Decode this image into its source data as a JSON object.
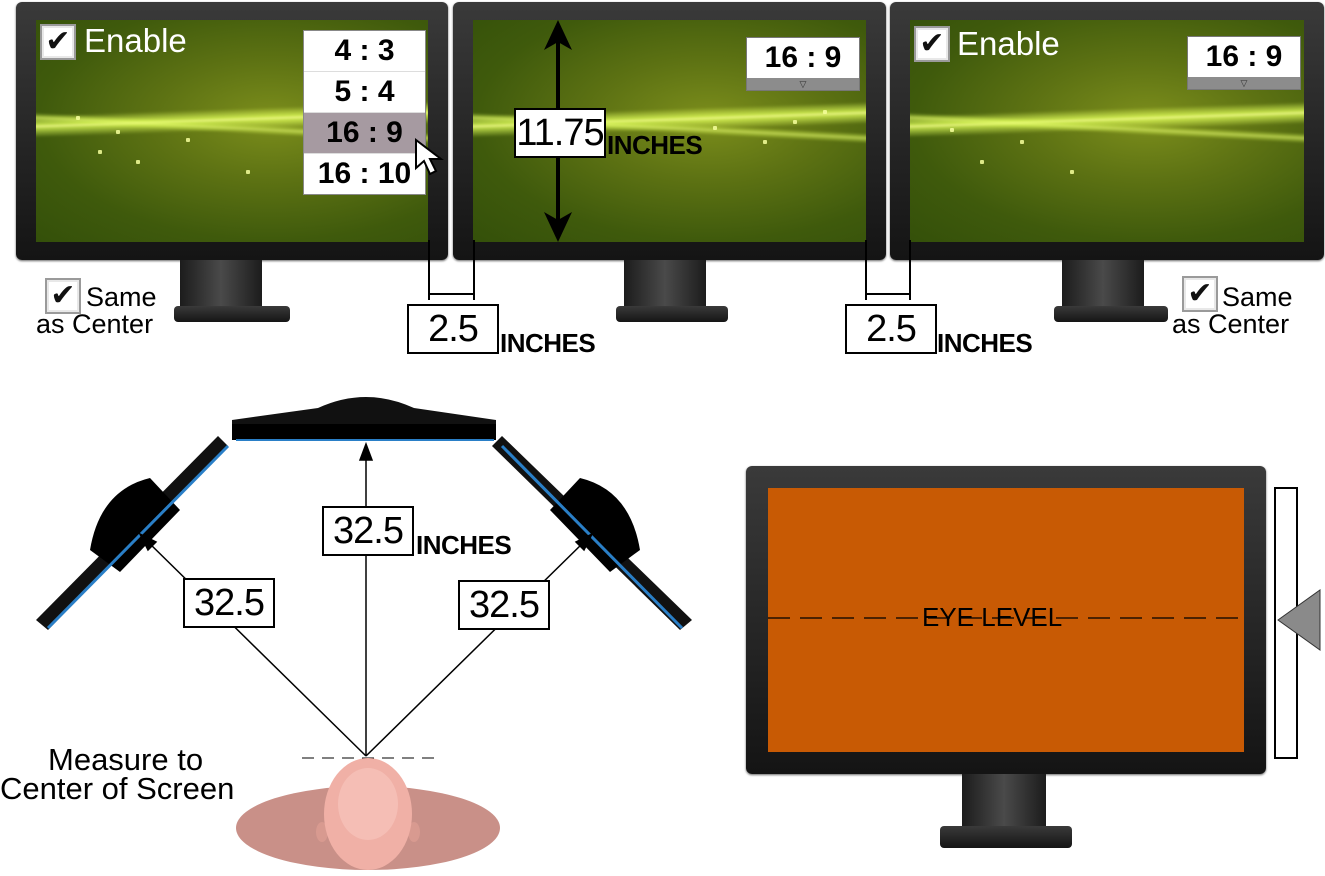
{
  "left_monitor": {
    "enable_label": "Enable",
    "enable_checked": true,
    "aspect_options": [
      "4 : 3",
      "5 : 4",
      "16 : 9",
      "16 : 10"
    ],
    "aspect_selected": "16 : 9",
    "same_as_center_label_line1": "Same",
    "same_as_center_label_line2": "as Center",
    "same_as_center_checked": true
  },
  "center_monitor": {
    "aspect_value": "16 : 9",
    "height_value": "11.75",
    "height_unit": "INCHES"
  },
  "right_monitor": {
    "enable_label": "Enable",
    "enable_checked": true,
    "aspect_value": "16 : 9",
    "same_as_center_label_line1": "Same",
    "same_as_center_label_line2": "as Center",
    "same_as_center_checked": true
  },
  "gaps": {
    "left_gap_value": "2.5",
    "left_gap_unit": "INCHES",
    "right_gap_value": "2.5",
    "right_gap_unit": "INCHES"
  },
  "top_view": {
    "center_distance": "32.5",
    "center_unit": "INCHES",
    "left_distance": "32.5",
    "right_distance": "32.5",
    "note_line1": "Measure to",
    "note_line2": "Center of Screen"
  },
  "eye_level": {
    "label": "EYE LEVEL",
    "screen_color": "#c85a04"
  },
  "colors": {
    "monitor_bezel": "#1e1e1e",
    "selected_option": "#a69aa1",
    "head_skin": "#f0b0a6",
    "shadow_ellipse": "#c99088"
  }
}
